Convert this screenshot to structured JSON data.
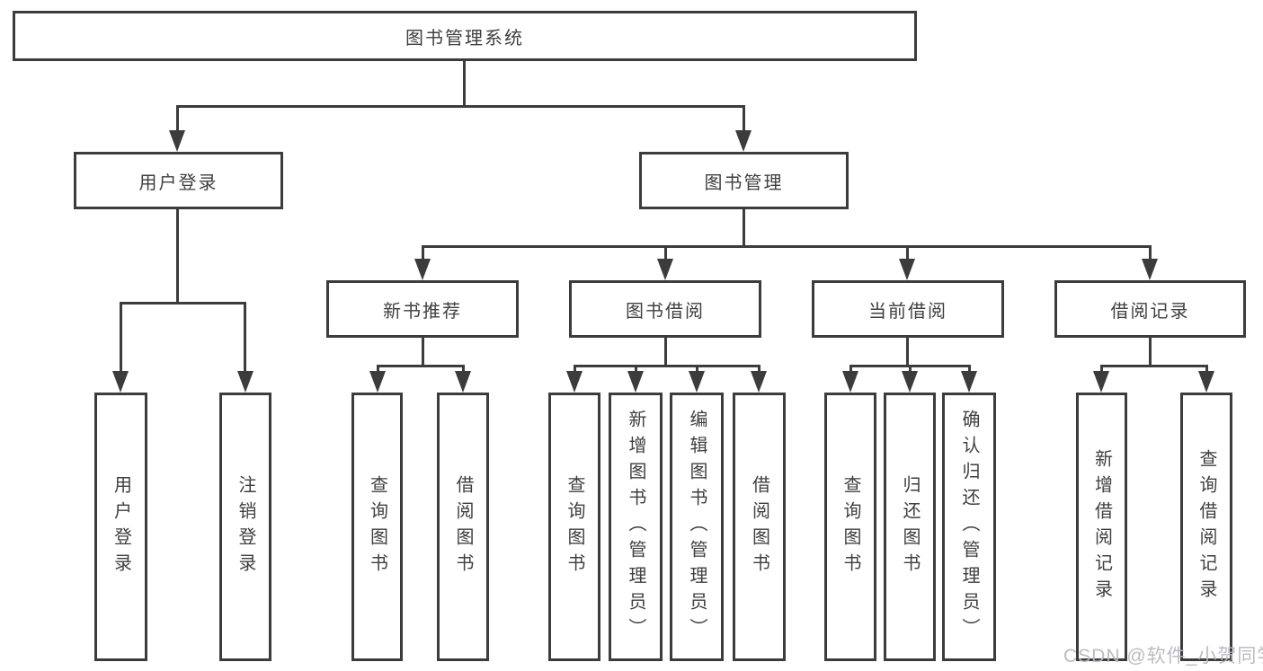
{
  "diagram_title": "图书管理系统",
  "tree": {
    "root": {
      "label": "图书管理系统",
      "children": [
        {
          "label": "用户登录",
          "children": [
            {
              "label": "用户登录"
            },
            {
              "label": "注销登录"
            }
          ]
        },
        {
          "label": "图书管理",
          "children": [
            {
              "label": "新书推荐",
              "children": [
                {
                  "label": "查询图书"
                },
                {
                  "label": "借阅图书"
                }
              ]
            },
            {
              "label": "图书借阅",
              "children": [
                {
                  "label": "查询图书"
                },
                {
                  "label": "新增图书（管理员）"
                },
                {
                  "label": "编辑图书（管理员）"
                },
                {
                  "label": "借阅图书"
                }
              ]
            },
            {
              "label": "当前借阅",
              "children": [
                {
                  "label": "查询图书"
                },
                {
                  "label": "归还图书"
                },
                {
                  "label": "确认归还（管理员）"
                }
              ]
            },
            {
              "label": "借阅记录",
              "children": [
                {
                  "label": "新增借阅记录"
                },
                {
                  "label": "查询借阅记录"
                }
              ]
            }
          ]
        }
      ]
    }
  },
  "watermark": {
    "text": "CSDN @软件_小贺同学"
  },
  "colors": {
    "line": "#3c3c3c",
    "text": "#3f3f3f",
    "wm": "#b5bac0",
    "bg": "#ffffff"
  }
}
